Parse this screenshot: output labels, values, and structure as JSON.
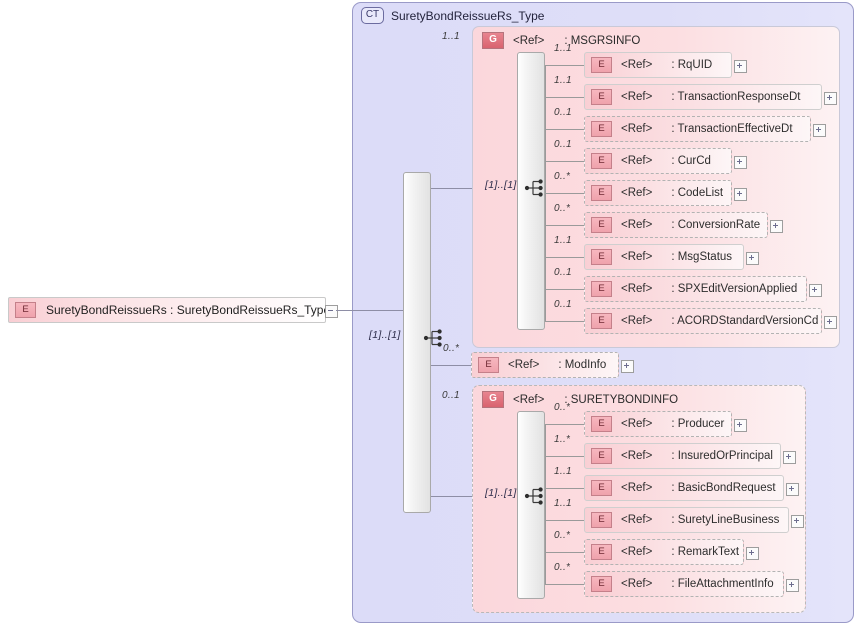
{
  "diagram": {
    "kind": "xsd-structure-diagram",
    "root_element": {
      "badge": "E",
      "label": "SuretyBondReissueRs : SuretyBondReissueRs_Type",
      "expander": "minus"
    },
    "complex_type": {
      "badge": "CT",
      "title": "SuretyBondReissueRs_Type",
      "occurs": "[1]..[1]"
    },
    "children": [
      {
        "node_type": "group",
        "badge": "G",
        "ref": "<Ref>",
        "name": ": MSGRSINFO",
        "cardinality": "1..1",
        "required": true,
        "inner_occurs": "[1]..[1]",
        "elements": [
          {
            "badge": "E",
            "ref": "<Ref>",
            "name": ": RqUID",
            "cardinality": "1..1",
            "required": true,
            "expander": "plus"
          },
          {
            "badge": "E",
            "ref": "<Ref>",
            "name": ": TransactionResponseDt",
            "cardinality": "1..1",
            "required": true,
            "expander": "plus"
          },
          {
            "badge": "E",
            "ref": "<Ref>",
            "name": ": TransactionEffectiveDt",
            "cardinality": "0..1",
            "required": false,
            "expander": "plus"
          },
          {
            "badge": "E",
            "ref": "<Ref>",
            "name": ": CurCd",
            "cardinality": "0..1",
            "required": false,
            "expander": "plus"
          },
          {
            "badge": "E",
            "ref": "<Ref>",
            "name": ": CodeList",
            "cardinality": "0..*",
            "required": false,
            "expander": "plus"
          },
          {
            "badge": "E",
            "ref": "<Ref>",
            "name": ": ConversionRate",
            "cardinality": "0..*",
            "required": false,
            "expander": "plus"
          },
          {
            "badge": "E",
            "ref": "<Ref>",
            "name": ": MsgStatus",
            "cardinality": "1..1",
            "required": true,
            "expander": "plus"
          },
          {
            "badge": "E",
            "ref": "<Ref>",
            "name": ": SPXEditVersionApplied",
            "cardinality": "0..1",
            "required": false,
            "expander": "plus"
          },
          {
            "badge": "E",
            "ref": "<Ref>",
            "name": ": ACORDStandardVersionCd",
            "cardinality": "0..1",
            "required": false,
            "expander": "plus"
          }
        ]
      },
      {
        "node_type": "element",
        "badge": "E",
        "ref": "<Ref>",
        "name": ": ModInfo",
        "cardinality": "0..*",
        "required": false,
        "expander": "plus"
      },
      {
        "node_type": "group",
        "badge": "G",
        "ref": "<Ref>",
        "name": ": SURETYBONDINFO",
        "cardinality": "0..1",
        "required": false,
        "inner_occurs": "[1]..[1]",
        "elements": [
          {
            "badge": "E",
            "ref": "<Ref>",
            "name": ": Producer",
            "cardinality": "0..*",
            "required": false,
            "expander": "plus"
          },
          {
            "badge": "E",
            "ref": "<Ref>",
            "name": ": InsuredOrPrincipal",
            "cardinality": "1..*",
            "required": true,
            "expander": "plus"
          },
          {
            "badge": "E",
            "ref": "<Ref>",
            "name": ": BasicBondRequest",
            "cardinality": "1..1",
            "required": true,
            "expander": "plus"
          },
          {
            "badge": "E",
            "ref": "<Ref>",
            "name": ": SuretyLineBusiness",
            "cardinality": "1..1",
            "required": true,
            "expander": "plus"
          },
          {
            "badge": "E",
            "ref": "<Ref>",
            "name": ": RemarkText",
            "cardinality": "0..*",
            "required": false,
            "expander": "plus"
          },
          {
            "badge": "E",
            "ref": "<Ref>",
            "name": ": FileAttachmentInfo",
            "cardinality": "0..*",
            "required": false,
            "expander": "plus"
          }
        ]
      }
    ]
  },
  "colors": {
    "complextype_panel": "#dcdcf8",
    "group_panel": "#fbd7dc",
    "element_fill": "#f9cfd4",
    "group_badge": "#d9636f",
    "line": "#8e8ea6",
    "canvas": "#ffffff"
  }
}
